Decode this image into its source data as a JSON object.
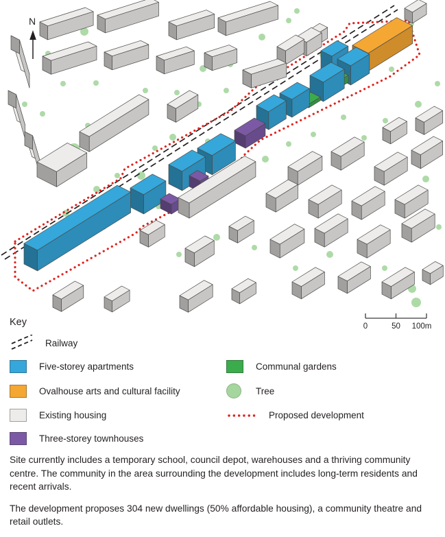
{
  "colors": {
    "apartments": "#35A7DB",
    "ovalhouse": "#F5A733",
    "existing": "#EDECEA",
    "townhouses": "#7C59A5",
    "gardens": "#3BAC4C",
    "tree": "#A5D69E",
    "boundary": "#E0231E",
    "railway": "#231F20"
  },
  "map": {
    "north_label": "N",
    "scale": {
      "ticks": [
        "0",
        "50",
        "100m"
      ]
    },
    "railway": [
      [
        [
          2,
          372
        ],
        [
          575,
          8
        ]
      ],
      [
        [
          7,
          378
        ],
        [
          580,
          14
        ]
      ]
    ],
    "boundary": [
      [
        22,
        352
      ],
      [
        176,
        260
      ],
      [
        182,
        246
      ],
      [
        336,
        162
      ],
      [
        372,
        128
      ],
      [
        502,
        46
      ],
      [
        510,
        34
      ],
      [
        596,
        30
      ],
      [
        612,
        80
      ],
      [
        568,
        112
      ],
      [
        380,
        204
      ],
      [
        354,
        228
      ],
      [
        332,
        266
      ],
      [
        208,
        330
      ],
      [
        198,
        340
      ],
      [
        48,
        424
      ],
      [
        22,
        404
      ]
    ],
    "buildings": [
      {
        "o": [
          58,
          52
        ],
        "l": 70,
        "w": 13,
        "h": 20,
        "ax": [
          0.95,
          -0.3
        ]
      },
      {
        "o": [
          142,
          42
        ],
        "l": 82,
        "w": 13,
        "h": 20,
        "ax": [
          0.95,
          -0.3
        ]
      },
      {
        "o": [
          246,
          52
        ],
        "l": 58,
        "w": 13,
        "h": 20,
        "ax": [
          0.95,
          -0.3
        ]
      },
      {
        "o": [
          318,
          46
        ],
        "l": 80,
        "w": 13,
        "h": 20,
        "ax": [
          0.95,
          -0.3
        ]
      },
      {
        "o": [
          62,
          102
        ],
        "l": 70,
        "w": 14,
        "h": 20,
        "ax": [
          0.95,
          -0.3
        ]
      },
      {
        "o": [
          152,
          96
        ],
        "l": 56,
        "w": 13,
        "h": 20,
        "ax": [
          0.95,
          -0.3
        ]
      },
      {
        "o": [
          228,
          102
        ],
        "l": 46,
        "w": 13,
        "h": 20,
        "ax": [
          0.95,
          -0.3
        ]
      },
      {
        "o": [
          298,
          97
        ],
        "l": 38,
        "w": 13,
        "h": 20,
        "ax": [
          0.95,
          -0.3
        ]
      },
      {
        "o": [
          354,
          122
        ],
        "l": 54,
        "w": 14,
        "h": 20,
        "ax": [
          0.95,
          -0.3
        ]
      },
      {
        "o": [
          404,
          88
        ],
        "l": 32,
        "w": 14,
        "h": 20
      },
      {
        "o": [
          432,
          74
        ],
        "l": 26,
        "w": 17,
        "h": 20
      },
      {
        "o": [
          444,
          64
        ],
        "l": 26,
        "w": 13,
        "h": 16
      },
      {
        "o": [
          590,
          28
        ],
        "l": 24,
        "w": 13,
        "h": 16
      },
      {
        "o": [
          16,
          72
        ],
        "l": 52,
        "w": 14,
        "h": 20,
        "ax": [
          0.28,
          0.96
        ]
      },
      {
        "o": [
          12,
          152
        ],
        "l": 46,
        "w": 13,
        "h": 20,
        "ax": [
          0.28,
          0.96
        ]
      },
      {
        "o": [
          36,
          212
        ],
        "l": 38,
        "w": 13,
        "h": 20,
        "ax": [
          0.28,
          0.96
        ]
      },
      {
        "o": [
          54,
          258
        ],
        "l": 52,
        "w": 32,
        "h": 22
      },
      {
        "o": [
          116,
          214
        ],
        "l": 102,
        "w": 16,
        "h": 22
      },
      {
        "o": [
          244,
          172
        ],
        "l": 38,
        "w": 14,
        "h": 20
      },
      {
        "o": [
          298,
          240
        ],
        "l": 34,
        "w": 15,
        "h": 20
      },
      {
        "o": [
          260,
          310
        ],
        "l": 114,
        "w": 18,
        "h": 22
      },
      {
        "o": [
          388,
          302
        ],
        "l": 38,
        "w": 16,
        "h": 20
      },
      {
        "o": [
          270,
          382
        ],
        "l": 34,
        "w": 15,
        "h": 20
      },
      {
        "o": [
          334,
          348
        ],
        "l": 28,
        "w": 14,
        "h": 18
      },
      {
        "o": [
          204,
          354
        ],
        "l": 28,
        "w": 14,
        "h": 18
      },
      {
        "o": [
          77,
          448
        ],
        "l": 38,
        "w": 14,
        "h": 18
      },
      {
        "o": [
          152,
          449
        ],
        "l": 30,
        "w": 13,
        "h": 16
      },
      {
        "o": [
          262,
          449
        ],
        "l": 42,
        "w": 14,
        "h": 18
      },
      {
        "o": [
          338,
          437
        ],
        "l": 28,
        "w": 13,
        "h": 16
      },
      {
        "o": [
          420,
          263
        ],
        "l": 42,
        "w": 16,
        "h": 20
      },
      {
        "o": [
          483,
          241
        ],
        "l": 40,
        "w": 16,
        "h": 20
      },
      {
        "o": [
          546,
          263
        ],
        "l": 40,
        "w": 16,
        "h": 20
      },
      {
        "o": [
          600,
          239
        ],
        "l": 38,
        "w": 15,
        "h": 20
      },
      {
        "o": [
          450,
          311
        ],
        "l": 40,
        "w": 16,
        "h": 20
      },
      {
        "o": [
          513,
          313
        ],
        "l": 40,
        "w": 16,
        "h": 20
      },
      {
        "o": [
          576,
          311
        ],
        "l": 40,
        "w": 16,
        "h": 20
      },
      {
        "o": [
          394,
          369
        ],
        "l": 42,
        "w": 16,
        "h": 20
      },
      {
        "o": [
          459,
          353
        ],
        "l": 40,
        "w": 16,
        "h": 20
      },
      {
        "o": [
          521,
          369
        ],
        "l": 40,
        "w": 16,
        "h": 20
      },
      {
        "o": [
          586,
          346
        ],
        "l": 40,
        "w": 16,
        "h": 20
      },
      {
        "o": [
          426,
          429
        ],
        "l": 40,
        "w": 15,
        "h": 18
      },
      {
        "o": [
          493,
          421
        ],
        "l": 40,
        "w": 15,
        "h": 18
      },
      {
        "o": [
          557,
          429
        ],
        "l": 40,
        "w": 15,
        "h": 18
      },
      {
        "o": [
          616,
          409
        ],
        "l": 22,
        "w": 13,
        "h": 16
      },
      {
        "o": [
          606,
          190
        ],
        "l": 32,
        "w": 14,
        "h": 18
      },
      {
        "o": [
          558,
          204
        ],
        "l": 28,
        "w": 13,
        "h": 18
      },
      {
        "o": [
          35,
          385
        ],
        "l": 160,
        "w": 22,
        "h": 30,
        "t": "apartments"
      },
      {
        "o": [
          190,
          302
        ],
        "l": 38,
        "w": 22,
        "h": 28,
        "t": "apartments"
      },
      {
        "o": [
          246,
          268
        ],
        "l": 40,
        "w": 22,
        "h": 28,
        "t": "apartments"
      },
      {
        "o": [
          288,
          244
        ],
        "l": 40,
        "w": 24,
        "h": 28,
        "t": "apartments"
      },
      {
        "o": [
          374,
          180
        ],
        "l": 30,
        "w": 20,
        "h": 26,
        "t": "apartments"
      },
      {
        "o": [
          408,
          162
        ],
        "l": 30,
        "w": 20,
        "h": 26,
        "t": "apartments"
      },
      {
        "o": [
          452,
          138
        ],
        "l": 36,
        "w": 22,
        "h": 28,
        "t": "apartments"
      },
      {
        "o": [
          492,
          114
        ],
        "l": 32,
        "w": 22,
        "h": 28,
        "t": "apartments"
      },
      {
        "o": [
          468,
          102
        ],
        "l": 28,
        "w": 18,
        "h": 28,
        "t": "apartments"
      },
      {
        "o": [
          234,
          304
        ],
        "l": 15,
        "w": 18,
        "h": 14,
        "t": "townhouses"
      },
      {
        "o": [
          276,
          272
        ],
        "l": 14,
        "w": 18,
        "h": 16,
        "t": "townhouses"
      },
      {
        "o": [
          342,
          208
        ],
        "l": 34,
        "w": 18,
        "h": 18,
        "t": "townhouses"
      },
      {
        "o": [
          436,
          150
        ],
        "l": 20,
        "w": 16,
        "h": 5,
        "t": "gardens"
      },
      {
        "o": [
          482,
          122
        ],
        "l": 16,
        "w": 14,
        "h": 10,
        "t": "gardens"
      },
      {
        "o": [
          514,
          92
        ],
        "l": 76,
        "w": 26,
        "h": 26,
        "t": "ovalhouse"
      }
    ],
    "trees": [
      [
        123,
        46,
        6
      ],
      [
        186,
        86,
        5
      ],
      [
        92,
        122,
        4
      ],
      [
        212,
        132,
        4
      ],
      [
        152,
        200,
        5
      ],
      [
        108,
        218,
        9
      ],
      [
        95,
        232,
        5
      ],
      [
        62,
        166,
        4
      ],
      [
        36,
        152,
        4
      ],
      [
        252,
        84,
        4
      ],
      [
        296,
        100,
        5
      ],
      [
        290,
        152,
        4
      ],
      [
        336,
        94,
        4
      ],
      [
        382,
        54,
        5
      ],
      [
        421,
        30,
        4
      ],
      [
        433,
        16,
        4
      ],
      [
        303,
        206,
        4
      ],
      [
        334,
        232,
        4
      ],
      [
        252,
        200,
        5
      ],
      [
        226,
        216,
        4
      ],
      [
        387,
        232,
        5
      ],
      [
        421,
        210,
        4
      ],
      [
        457,
        196,
        4
      ],
      [
        501,
        171,
        4
      ],
      [
        531,
        201,
        4
      ],
      [
        562,
        176,
        4
      ],
      [
        610,
        152,
        5
      ],
      [
        638,
        122,
        4
      ],
      [
        587,
        241,
        4
      ],
      [
        621,
        261,
        5
      ],
      [
        640,
        331,
        4
      ],
      [
        601,
        421,
        6
      ],
      [
        561,
        391,
        4
      ],
      [
        481,
        371,
        5
      ],
      [
        431,
        391,
        4
      ],
      [
        371,
        361,
        4
      ],
      [
        316,
        346,
        5
      ],
      [
        261,
        371,
        4
      ],
      [
        151,
        331,
        4
      ],
      [
        96,
        311,
        5
      ],
      [
        231,
        301,
        4
      ],
      [
        206,
        256,
        6
      ],
      [
        171,
        256,
        4
      ],
      [
        141,
        276,
        5
      ],
      [
        607,
        441,
        7
      ],
      [
        416,
        141,
        4
      ],
      [
        470,
        80,
        4
      ],
      [
        541,
        60,
        4
      ],
      [
        571,
        101,
        4
      ],
      [
        599,
        34,
        5
      ],
      [
        140,
        121,
        4
      ],
      [
        70,
        78,
        4
      ],
      [
        258,
        135,
        4
      ],
      [
        330,
        132,
        4
      ],
      [
        183,
        161,
        4
      ],
      [
        128,
        183,
        4
      ]
    ]
  },
  "legend": {
    "title": "Key",
    "railway_label": "Railway",
    "items_left": [
      {
        "label": "Five-storey apartments",
        "swatch": "apartments"
      },
      {
        "label": "Ovalhouse arts and cultural facility",
        "swatch": "ovalhouse"
      },
      {
        "label": "Existing housing",
        "swatch": "existing"
      },
      {
        "label": "Three-storey townhouses",
        "swatch": "townhouses"
      }
    ],
    "items_right": [
      {
        "label": "Communal gardens",
        "swatch": "gardens"
      },
      {
        "label": "Tree",
        "swatch": "tree"
      },
      {
        "label": "Proposed development",
        "swatch": "boundary"
      }
    ]
  },
  "notes": [
    "Site currently includes a temporary school, council depot, warehouses and a thriving community centre. The community in the area surrounding the development includes long-term residents and recent arrivals.",
    "The development proposes 304 new dwellings (50% affordable housing), a community theatre and retail outlets."
  ]
}
